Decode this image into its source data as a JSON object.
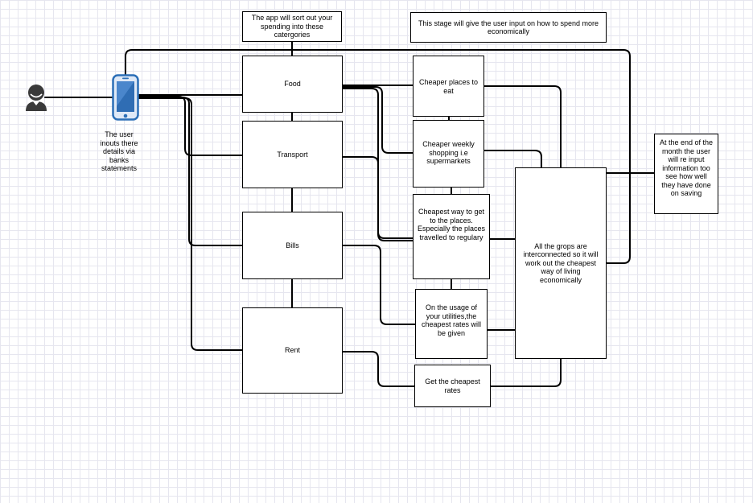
{
  "diagram": {
    "user_label": "The user inouts there details via banks statements",
    "intro_note": "The app will sort out your spending into these catergories",
    "stage_note": "This stage will give the user input on how to spend more economically",
    "categories": {
      "food": "Food",
      "transport": "Transport",
      "bills": "Bills",
      "rent": "Rent"
    },
    "tips": {
      "eat": "Cheaper places to eat",
      "shopping": "Cheaper weekly shopping i.e supermarkets",
      "travel": "Cheapest way to get to the places. Especially the places travelled to regulary",
      "utilities": "On the usage of your utilities,the cheapest rates will be given",
      "rates": "Get the cheapest rates"
    },
    "hub": "All the grops are interconnected so it will work out the cheapest way of living economically",
    "end_note": "At the end of the month the user will re input information too see how well they have done on saving"
  }
}
